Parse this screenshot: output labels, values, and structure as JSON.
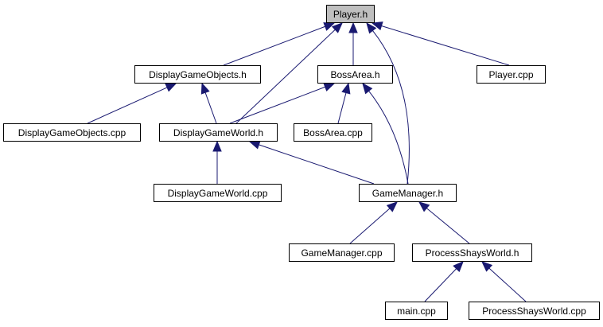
{
  "diagram": {
    "colors": {
      "edge": "#191970",
      "root_fill": "#bfbfbf",
      "node_fill": "#ffffff",
      "node_border": "#000000"
    },
    "nodes": [
      {
        "id": "player_h",
        "label": "Player.h",
        "root": true
      },
      {
        "id": "displaygameobjects_h",
        "label": "DisplayGameObjects.h"
      },
      {
        "id": "bossarea_h",
        "label": "BossArea.h"
      },
      {
        "id": "player_cpp",
        "label": "Player.cpp"
      },
      {
        "id": "displaygameobjects_cpp",
        "label": "DisplayGameObjects.cpp"
      },
      {
        "id": "displaygameworld_h",
        "label": "DisplayGameWorld.h"
      },
      {
        "id": "bossarea_cpp",
        "label": "BossArea.cpp"
      },
      {
        "id": "displaygameworld_cpp",
        "label": "DisplayGameWorld.cpp"
      },
      {
        "id": "gamemanager_h",
        "label": "GameManager.h"
      },
      {
        "id": "gamemanager_cpp",
        "label": "GameManager.cpp"
      },
      {
        "id": "processshaysworld_h",
        "label": "ProcessShaysWorld.h"
      },
      {
        "id": "main_cpp",
        "label": "main.cpp"
      },
      {
        "id": "processshaysworld_cpp",
        "label": "ProcessShaysWorld.cpp"
      }
    ],
    "edges": [
      {
        "from": "displaygameobjects_h",
        "to": "player_h"
      },
      {
        "from": "displaygameworld_h",
        "to": "player_h"
      },
      {
        "from": "bossarea_h",
        "to": "player_h"
      },
      {
        "from": "gamemanager_h",
        "to": "player_h"
      },
      {
        "from": "player_cpp",
        "to": "player_h"
      },
      {
        "from": "displaygameobjects_cpp",
        "to": "displaygameobjects_h"
      },
      {
        "from": "displaygameworld_h",
        "to": "displaygameobjects_h"
      },
      {
        "from": "displaygameworld_h",
        "to": "bossarea_h"
      },
      {
        "from": "bossarea_cpp",
        "to": "bossarea_h"
      },
      {
        "from": "gamemanager_h",
        "to": "bossarea_h"
      },
      {
        "from": "displaygameworld_cpp",
        "to": "displaygameworld_h"
      },
      {
        "from": "gamemanager_h",
        "to": "displaygameworld_h"
      },
      {
        "from": "gamemanager_cpp",
        "to": "gamemanager_h"
      },
      {
        "from": "processshaysworld_h",
        "to": "gamemanager_h"
      },
      {
        "from": "main_cpp",
        "to": "processshaysworld_h"
      },
      {
        "from": "processshaysworld_cpp",
        "to": "processshaysworld_h"
      }
    ]
  }
}
